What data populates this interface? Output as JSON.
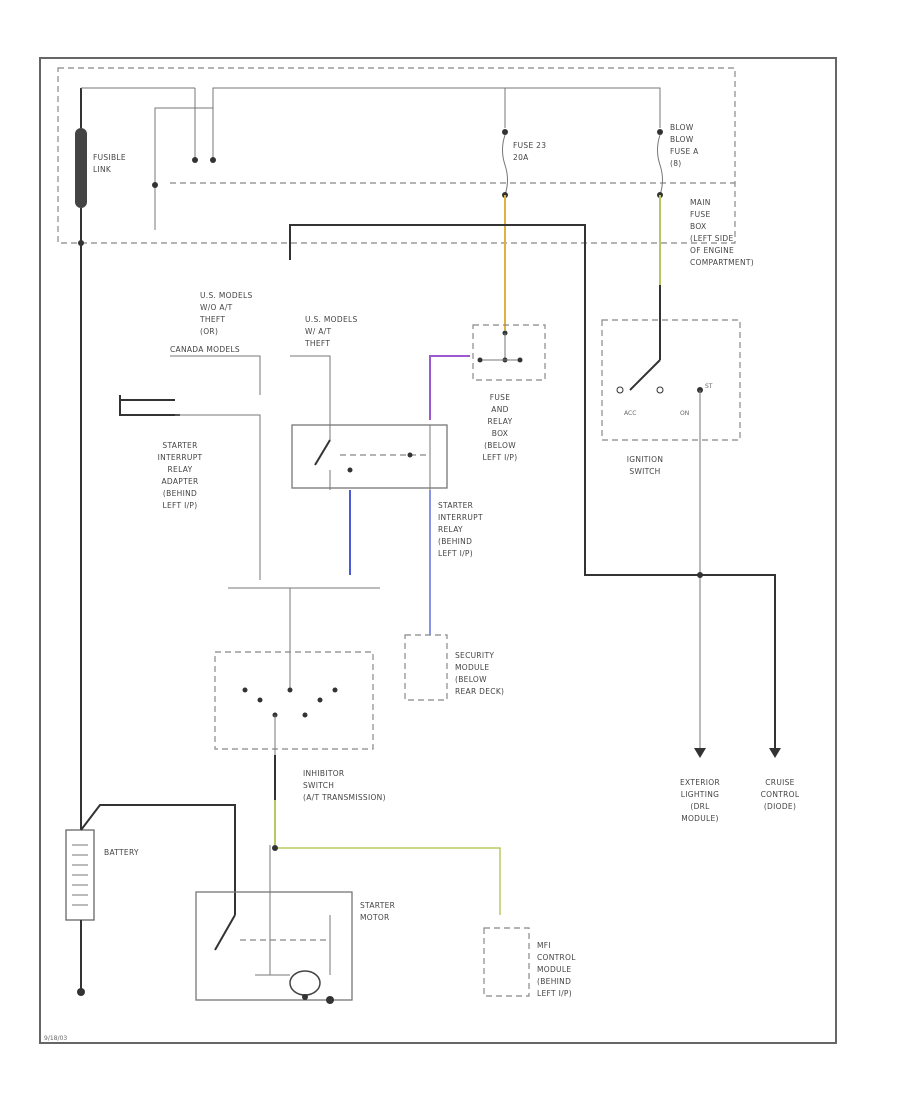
{
  "labels": {
    "fusible_link": [
      "FUSIBLE",
      "LINK"
    ],
    "fuse_23": [
      "FUSE 23",
      "20A"
    ],
    "fuse_a": [
      "BLOW",
      "BLOW",
      "FUSE A",
      "(8)"
    ],
    "main_fuse_box": [
      "MAIN",
      "FUSE",
      "BOX",
      "(LEFT SIDE",
      "OF ENGINE",
      "COMPARTMENT)"
    ],
    "us_models_1": [
      "U.S. MODELS",
      "W/O A/T",
      "THEFT",
      "(OR)",
      "CANADA MODELS"
    ],
    "us_models_2": [
      "U.S. MODELS",
      "W/ A/T",
      "THEFT"
    ],
    "starter_adapter": [
      "STARTER",
      "INTERRUPT",
      "RELAY",
      "ADAPTER",
      "(BEHIND",
      "LEFT I/P)"
    ],
    "fuse_relay_box": [
      "FUSE",
      "AND",
      "RELAY",
      "BOX",
      "(BELOW",
      "LEFT I/P)"
    ],
    "ignition_switch": [
      "IGNITION",
      "SWITCH"
    ],
    "acc": "ACC",
    "on": "ON",
    "st": "ST",
    "starter_relay": [
      "STARTER",
      "INTERRUPT",
      "RELAY",
      "(BEHIND",
      "LEFT I/P)"
    ],
    "security_module": [
      "SECURITY",
      "MODULE",
      "(BELOW",
      "REAR DECK)"
    ],
    "exterior_lighting": [
      "EXTERIOR",
      "LIGHTING",
      "(DRL",
      "MODULE)"
    ],
    "cruise_control": [
      "CRUISE",
      "CONTROL",
      "(DIODE)"
    ],
    "inhibitor_switch": [
      "INHIBITOR",
      "SWITCH",
      "(A/T TRANSMISSION)"
    ],
    "battery": "BATTERY",
    "starter_motor": [
      "STARTER",
      "MOTOR"
    ],
    "mfi_module": [
      "MFI",
      "CONTROL",
      "MODULE",
      "(BEHIND",
      "LEFT I/P)"
    ],
    "diagram_id": "9/18/03"
  },
  "wire_colors": {
    "yellow": "#e0b040",
    "violet": "#9b59d0",
    "blue": "#4a5bd6",
    "yellow_green": "#b8c860",
    "dark": "#333333"
  }
}
